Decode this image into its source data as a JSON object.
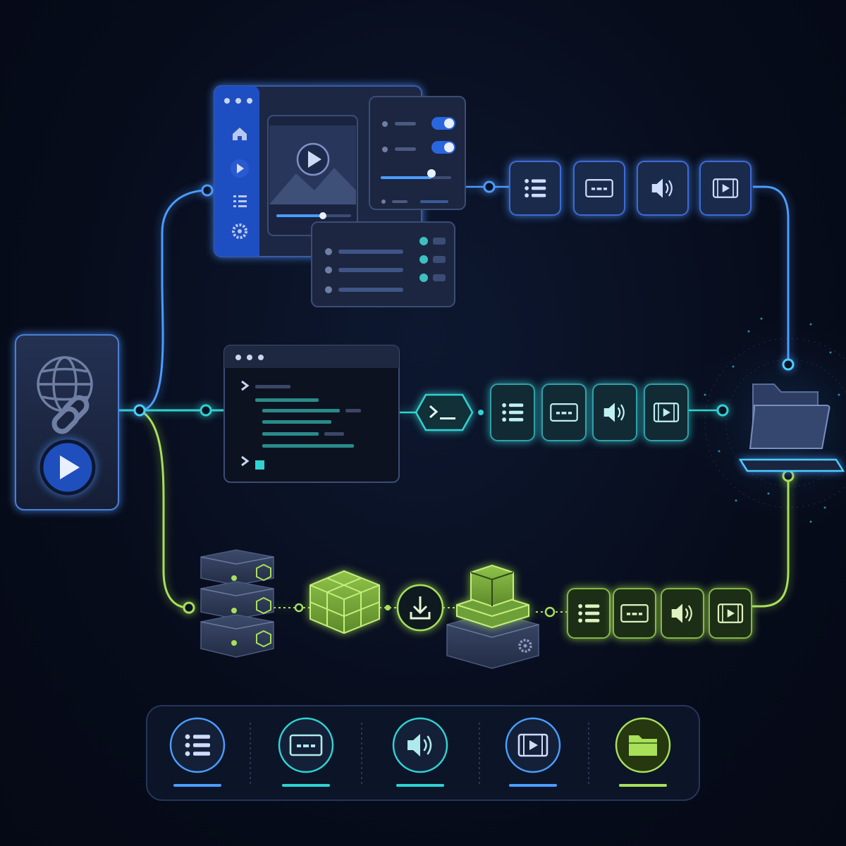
{
  "colors": {
    "background": "#070c1b",
    "blue_path": "#4a9dff",
    "cyan_path": "#2fd3d3",
    "green_path": "#a8e05a",
    "panel_dark": "#1b2540",
    "panel_border": "#3b4c75"
  },
  "source": {
    "icons": [
      "globe-icon",
      "link-icon",
      "play-icon"
    ]
  },
  "paths": [
    {
      "id": "gui",
      "color": "blue",
      "node": "desktop-app-window",
      "app_sidebar_icons": [
        "home-icon",
        "play-icon",
        "list-icon",
        "gear-icon"
      ],
      "outputs": [
        "list-icon",
        "subtitles-icon",
        "audio-icon",
        "video-icon"
      ]
    },
    {
      "id": "cli",
      "color": "cyan",
      "node": "terminal-window",
      "step": "terminal-prompt-icon",
      "outputs": [
        "list-icon",
        "subtitles-icon",
        "audio-icon",
        "video-icon"
      ]
    },
    {
      "id": "container",
      "color": "green",
      "nodes": [
        "server-stack",
        "package-cubes",
        "download-icon",
        "container-host"
      ],
      "outputs": [
        "list-icon",
        "subtitles-icon",
        "audio-icon",
        "video-icon"
      ]
    }
  ],
  "destination": {
    "icon": "folder-icon"
  },
  "legend": [
    {
      "icon": "list-icon",
      "color": "#4a9dff"
    },
    {
      "icon": "subtitles-icon",
      "color": "#2fd3d3"
    },
    {
      "icon": "audio-icon",
      "color": "#2fd3d3"
    },
    {
      "icon": "video-icon",
      "color": "#4a9dff"
    },
    {
      "icon": "folder-icon",
      "color": "#a8e05a"
    }
  ]
}
